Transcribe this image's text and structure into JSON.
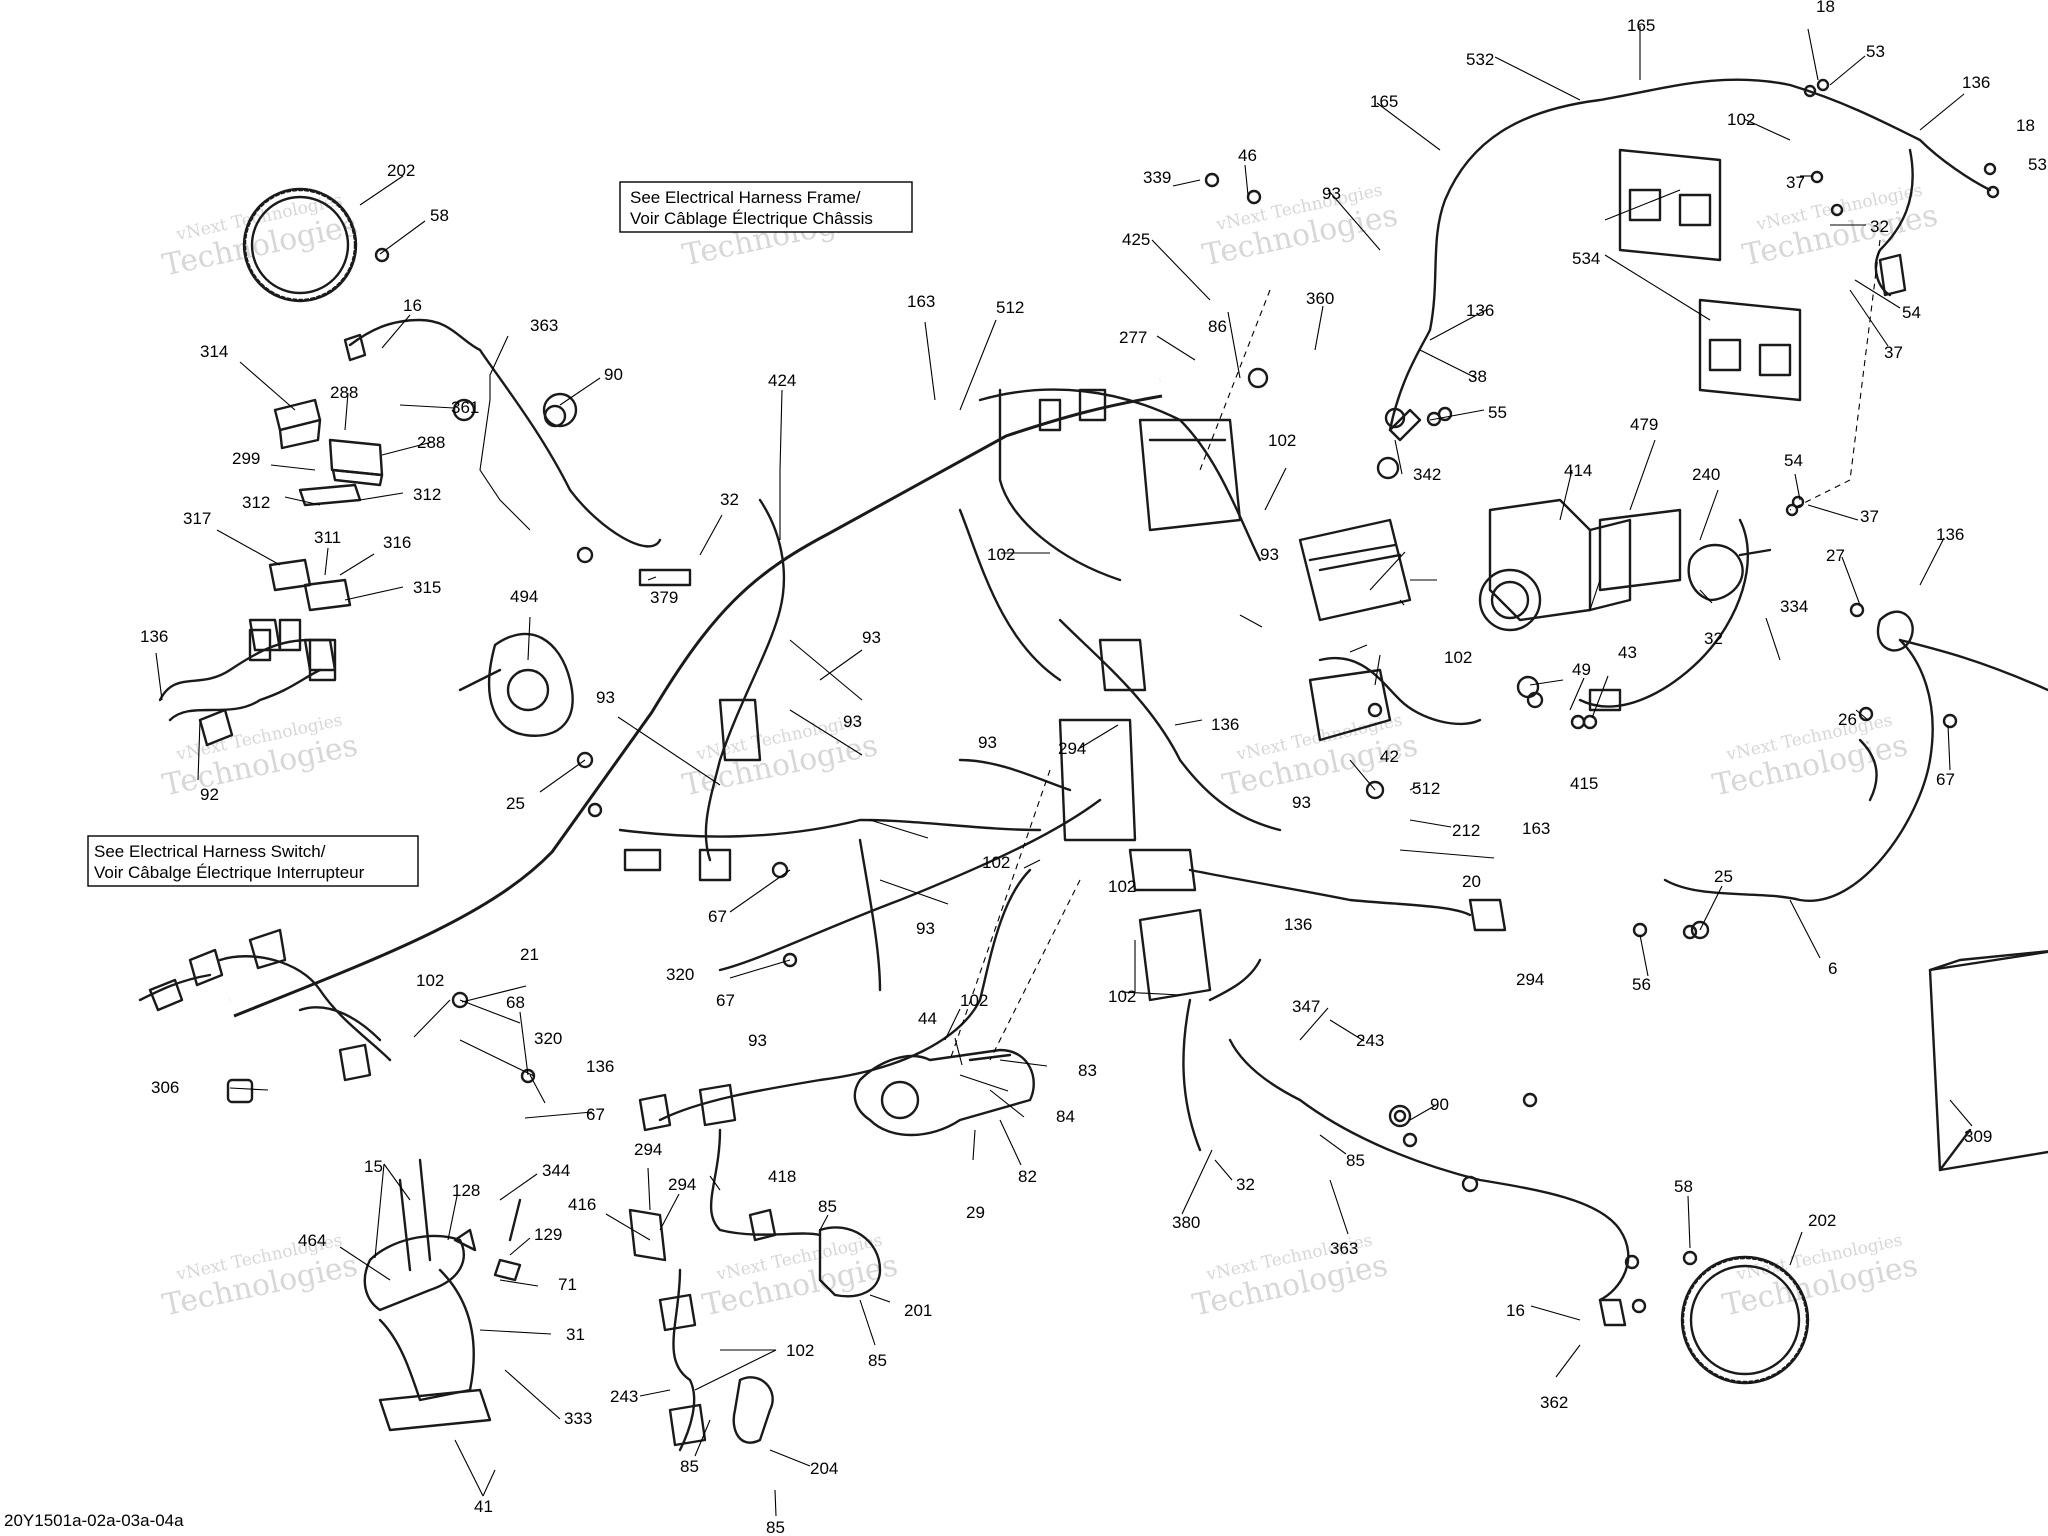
{
  "diagram": {
    "code": "20Y1501a-02a-03a-04a",
    "references": [
      "See Electrical Harness Frame/",
      "Voir Câblage Électrique Châssis",
      "See Electrical Harness Switch/",
      "Voir Câbalge Électrique Interrupteur"
    ],
    "watermark": {
      "line1": "vNext Technologies",
      "line2": "Technologies"
    },
    "labels": {
      "l_202a": "202",
      "l_58a": "58",
      "l_16a": "16",
      "l_363a": "363",
      "l_90a": "90",
      "l_361": "361",
      "l_314": "314",
      "l_288a": "288",
      "l_288b": "288",
      "l_299": "299",
      "l_312a": "312",
      "l_312b": "312",
      "l_317": "317",
      "l_311": "311",
      "l_316": "316",
      "l_315": "315",
      "l_136a": "136",
      "l_92": "92",
      "l_32a": "32",
      "l_379": "379",
      "l_494": "494",
      "l_25a": "25",
      "l_93a": "93",
      "l_424": "424",
      "l_163a": "163",
      "l_512a": "512",
      "l_93b": "93",
      "l_93c": "93",
      "l_93d": "93",
      "l_102a": "102",
      "l_294a": "294",
      "l_136b": "136",
      "l_339": "339",
      "l_46": "46",
      "l_425": "425",
      "l_86": "86",
      "l_277": "277",
      "l_360": "360",
      "l_102b": "102",
      "l_342": "342",
      "l_93e": "93",
      "l_165a": "165",
      "l_532": "532",
      "l_165b": "165",
      "l_136c": "136",
      "l_38": "38",
      "l_55": "55",
      "l_93f": "93",
      "l_102c": "102",
      "l_414": "414",
      "l_479": "479",
      "l_240": "240",
      "l_32b": "32",
      "l_334": "334",
      "l_415": "415",
      "l_49": "49",
      "l_43": "43",
      "l_512b": "512",
      "l_163b": "163",
      "l_42": "42",
      "l_93g": "93",
      "l_212": "212",
      "l_20": "20",
      "l_18a": "18",
      "l_53a": "53",
      "l_136d": "136",
      "l_102d": "102",
      "l_32c": "32",
      "l_37a": "37",
      "l_534": "534",
      "l_54a": "54",
      "l_37b": "37",
      "l_18b": "18",
      "l_53b": "53",
      "l_54b": "54",
      "l_37c": "37",
      "l_136e": "136",
      "l_27": "27",
      "l_26": "26",
      "l_67a": "67",
      "l_25b": "25",
      "l_56": "56",
      "l_6": "6",
      "l_309": "309",
      "l_67b": "67",
      "l_320a": "320",
      "l_67c": "67",
      "l_102e": "102",
      "l_93h": "93",
      "l_102f": "102",
      "l_136f": "136",
      "l_102g": "102",
      "l_294b": "294",
      "l_21": "21",
      "l_68": "68",
      "l_102h": "102",
      "l_320b": "320",
      "l_136g": "136",
      "l_67d": "67",
      "l_306": "306",
      "l_93i": "93",
      "l_44": "44",
      "l_102i": "102",
      "l_83": "83",
      "l_84": "84",
      "l_82": "82",
      "l_29": "29",
      "l_347": "347",
      "l_243a": "243",
      "l_85a": "85",
      "l_90b": "90",
      "l_32d": "32",
      "l_380": "380",
      "l_363b": "363",
      "l_15": "15",
      "l_128": "128",
      "l_344": "344",
      "l_129": "129",
      "l_71": "71",
      "l_464": "464",
      "l_31": "31",
      "l_333": "333",
      "l_41": "41",
      "l_294c": "294",
      "l_294d": "294",
      "l_418": "418",
      "l_416": "416",
      "l_85b": "85",
      "l_201": "201",
      "l_85c": "85",
      "l_102j": "102",
      "l_243b": "243",
      "l_85d": "85",
      "l_204": "204",
      "l_85e": "85",
      "l_58b": "58",
      "l_202b": "202",
      "l_16b": "16",
      "l_362": "362"
    }
  }
}
